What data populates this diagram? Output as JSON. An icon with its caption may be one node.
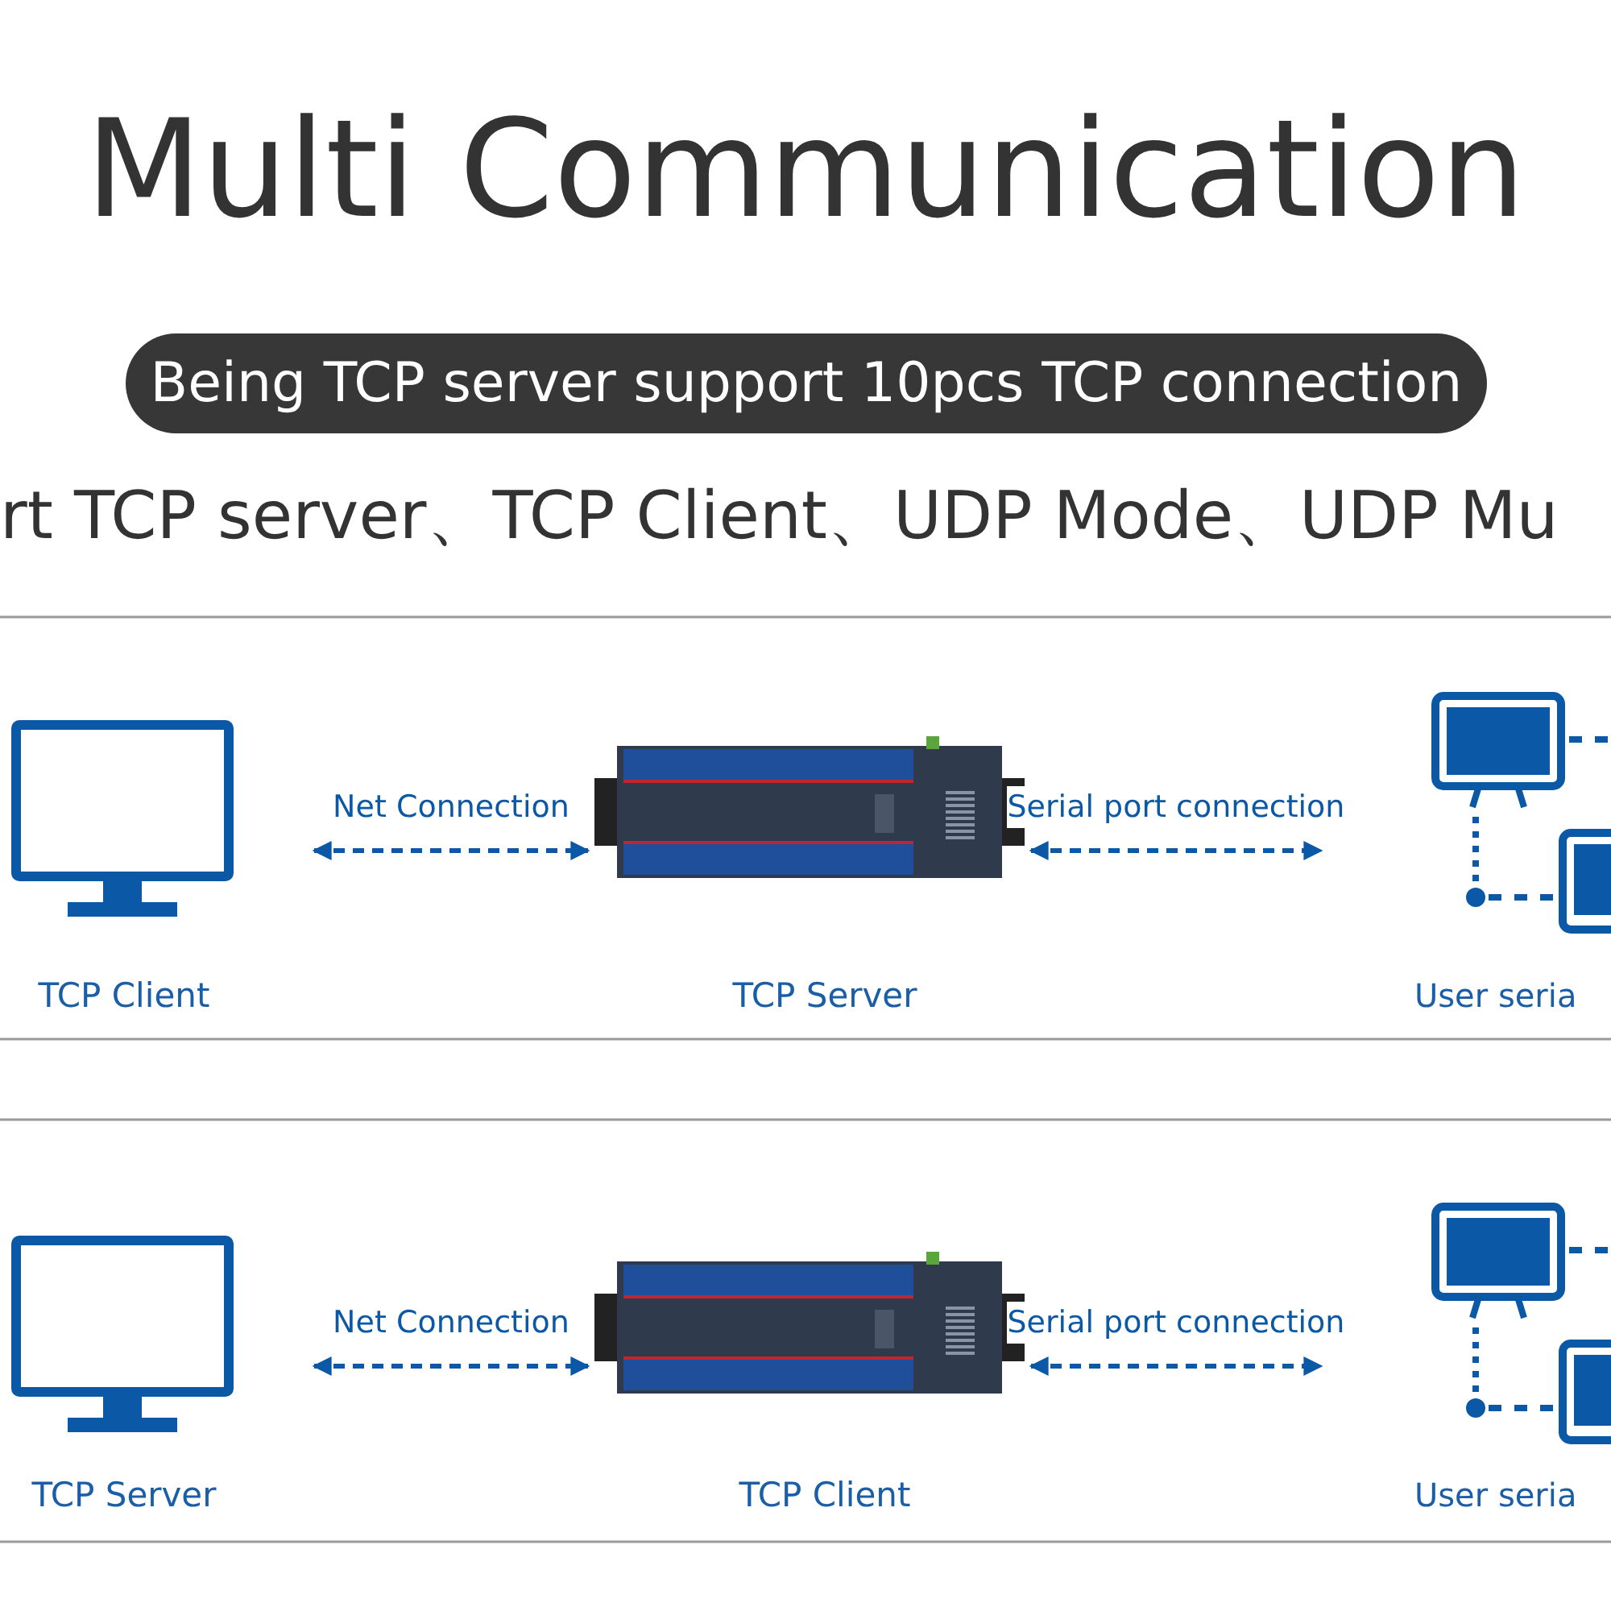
{
  "diagram": {
    "title": "Multi Communication",
    "nodes": [
      {
        "text": [
          "Being TCP server support 10pcs TCP connection"
        ]
      },
      {
        "text": [
          "TCP Client"
        ]
      },
      {
        "text": [
          "TCP Server"
        ]
      },
      {
        "text": [
          "User seria"
        ]
      },
      {
        "text": [
          "TCP Server"
        ]
      },
      {
        "text": [
          "TCP Client"
        ]
      },
      {
        "text": [
          "User seria"
        ]
      }
    ],
    "edges": [
      {
        "from": 1,
        "to": 2,
        "arrow": "both",
        "style": "dashed",
        "label": "Net Connection"
      },
      {
        "from": 2,
        "to": 3,
        "arrow": "both",
        "style": "dashed",
        "label": "Serial port connection"
      },
      {
        "from": 4,
        "to": 5,
        "arrow": "both",
        "style": "dashed",
        "label": "Net Connection"
      },
      {
        "from": 5,
        "to": 6,
        "arrow": "both",
        "style": "dashed",
        "label": "Serial port connection"
      }
    ],
    "labels": [
      "rt TCP server、TCP Client、UDP Mode、UDP Mu"
    ]
  }
}
